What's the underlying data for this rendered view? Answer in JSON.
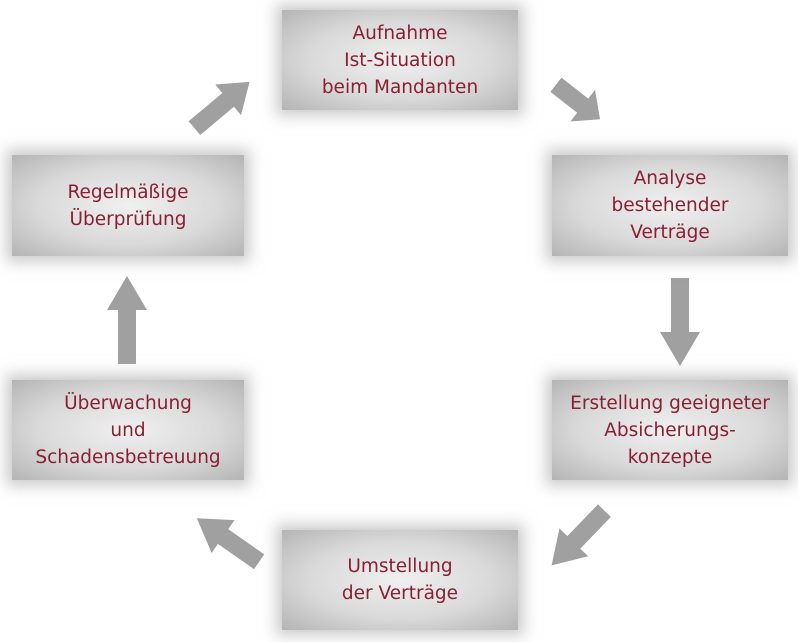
{
  "steps": [
    {
      "id": "aufnahme",
      "text": "Aufnahme\nIst-Situation\nbeim Mandanten"
    },
    {
      "id": "analyse",
      "text": "Analyse\nbestehender\nVerträge"
    },
    {
      "id": "erstellung",
      "text": "Erstellung geeigneter\nAbsicherungs-\nkonzepte"
    },
    {
      "id": "umstellung",
      "text": "Umstellung\nder Verträge"
    },
    {
      "id": "ueberwachung",
      "text": "Überwachung\nund\nSchadensbetreuung"
    },
    {
      "id": "ueberpruefung",
      "text": "Regelmäßige\nÜberprüfung"
    }
  ],
  "colors": {
    "text": "#8a1f32",
    "arrow": "#a0a0a0"
  }
}
